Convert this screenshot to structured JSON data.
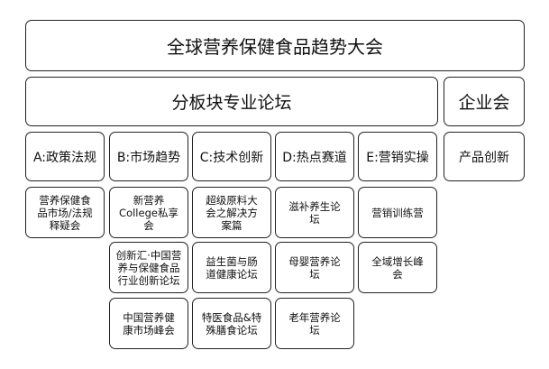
{
  "title": "全球营养保健食品趋势大会",
  "sub_forum": "分板块专业论坛",
  "enterprise": "企业会",
  "tracks": [
    {
      "label": "A:政策法规",
      "items": [
        "营养保健食品市场/法规释疑会"
      ]
    },
    {
      "label": "B:市场趋势",
      "items": [
        "新营养College私享会",
        "创新汇·中国营养与保健食品行业创新论坛",
        "中国营养健康市场峰会"
      ]
    },
    {
      "label": "C:技术创新",
      "items": [
        "超级原料大会之解决方案篇",
        "益生菌与肠道健康论坛",
        "特医食品&特殊膳食论坛"
      ]
    },
    {
      "label": "D:热点赛道",
      "items": [
        "滋补养生论坛",
        "母婴营养论坛",
        "老年营养论坛"
      ]
    },
    {
      "label": "E:营销实操",
      "items": [
        "营销训练营",
        "全域增长峰会"
      ]
    },
    {
      "label": "产品创新",
      "items": []
    }
  ]
}
